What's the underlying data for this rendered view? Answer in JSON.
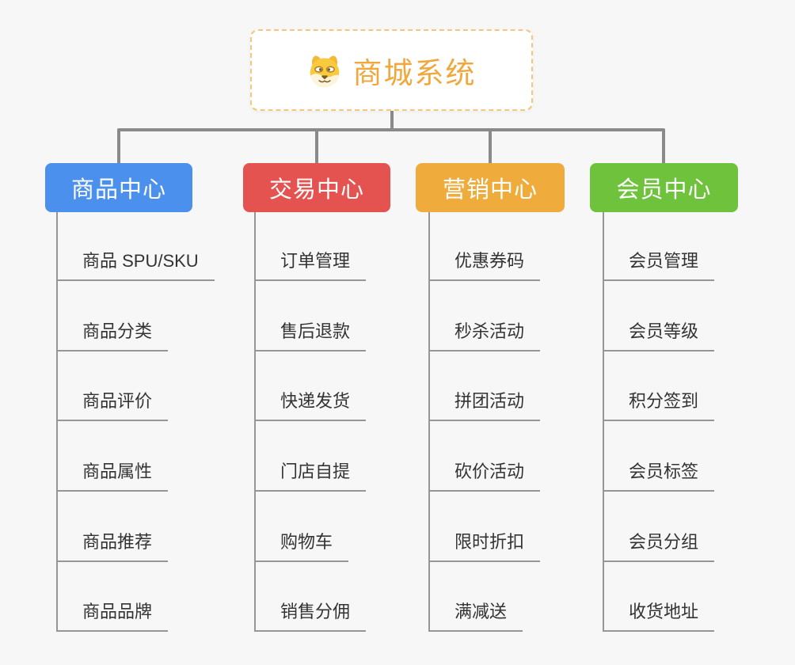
{
  "canvas": {
    "background": "#f7f7f7",
    "connector_color": "#8a8a8a",
    "line_color": "#969696"
  },
  "root": {
    "title": "商城系统",
    "icon": "dog-face-icon",
    "text_color": "#f0a83c",
    "border_color": "#f3c77e"
  },
  "branches": [
    {
      "label": "商品中心",
      "color": "#4b90ec",
      "children": [
        "商品 SPU/SKU",
        "商品分类",
        "商品评价",
        "商品属性",
        "商品推荐",
        "商品品牌"
      ]
    },
    {
      "label": "交易中心",
      "color": "#e4534f",
      "children": [
        "订单管理",
        "售后退款",
        "快递发货",
        "门店自提",
        "购物车",
        "销售分佣"
      ]
    },
    {
      "label": "营销中心",
      "color": "#efac3c",
      "children": [
        "优惠券码",
        "秒杀活动",
        "拼团活动",
        "砍价活动",
        "限时折扣",
        "满减送"
      ]
    },
    {
      "label": "会员中心",
      "color": "#6ec23c",
      "children": [
        "会员管理",
        "会员等级",
        "积分签到",
        "会员标签",
        "会员分组",
        "收货地址"
      ]
    }
  ]
}
